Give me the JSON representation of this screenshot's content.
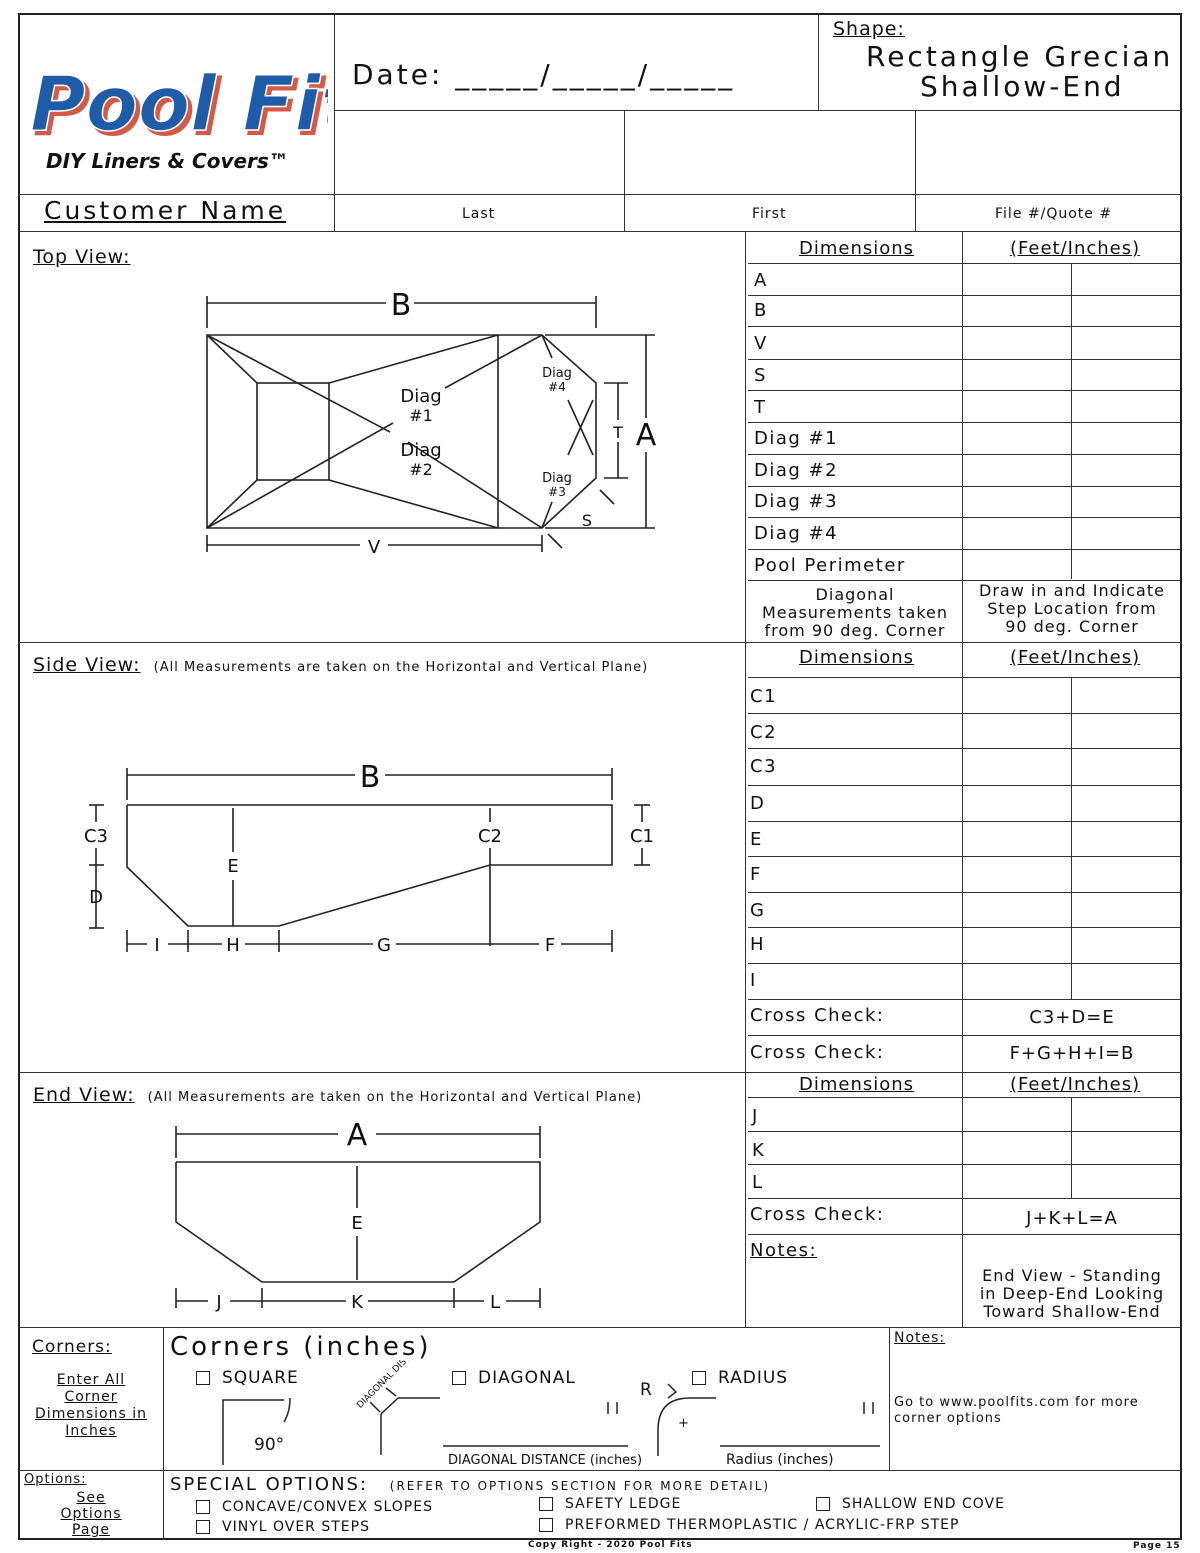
{
  "header": {
    "logo_main": "Pool Fits",
    "logo_sub": "DIY Liners & Covers™",
    "date_label": "Date: _____/_____/_____",
    "shape_label": "Shape:",
    "shape_line1": "Rectangle Grecian",
    "shape_line2": "Shallow-End",
    "customer_label": "Customer Name",
    "col_last": "Last",
    "col_first": "First",
    "col_file": "File #/Quote #"
  },
  "top_view": {
    "title": "Top View:",
    "labels": {
      "b": "B",
      "a": "A",
      "v": "V",
      "s": "S",
      "t": "T",
      "diag1a": "Diag",
      "diag1b": "#1",
      "diag2a": "Diag",
      "diag2b": "#2",
      "diag3a": "Diag",
      "diag3b": "#3",
      "diag4a": "Diag",
      "diag4b": "#4"
    },
    "dims_header": "Dimensions",
    "units_header": "(Feet/Inches)",
    "rows": [
      "A",
      "B",
      "V",
      "S",
      "T",
      "Diag #1",
      "Diag #2",
      "Diag #3",
      "Diag #4",
      "Pool Perimeter"
    ],
    "note_left": [
      "Diagonal",
      "Measurements taken",
      "from 90 deg. Corner"
    ],
    "note_right": [
      "Draw in and Indicate",
      "Step Location from",
      "90 deg. Corner"
    ]
  },
  "side_view": {
    "title": "Side View:",
    "subtitle": "(All Measurements are taken on the Horizontal and Vertical Plane)",
    "labels": {
      "b": "B",
      "c1": "C1",
      "c2": "C2",
      "c3": "C3",
      "d": "D",
      "e": "E",
      "f": "F",
      "g": "G",
      "h": "H",
      "i": "I"
    },
    "dims_header": "Dimensions",
    "units_header": "(Feet/Inches)",
    "rows": [
      "C1",
      "C2",
      "C3",
      "D",
      "E",
      "F",
      "G",
      "H",
      "I"
    ],
    "check1_label": "Cross Check:",
    "check1_value": "C3+D=E",
    "check2_label": "Cross Check:",
    "check2_value": "F+G+H+I=B"
  },
  "end_view": {
    "title": "End View:",
    "subtitle": "(All Measurements are taken on the Horizontal and Vertical Plane)",
    "labels": {
      "a": "A",
      "e": "E",
      "j": "J",
      "k": "K",
      "l": "L"
    },
    "dims_header": "Dimensions",
    "units_header": "(Feet/Inches)",
    "rows": [
      "J",
      "K",
      "L"
    ],
    "check_label": "Cross Check:",
    "check_value": "J+K+L=A",
    "notes_label": "Notes:",
    "note": [
      "End View - Standing",
      "in Deep-End Looking",
      "Toward Shallow-End"
    ]
  },
  "corners": {
    "side_title": "Corners:",
    "side_note": [
      "Enter All",
      "Corner",
      "Dimensions in",
      "Inches"
    ],
    "title": "Corners (inches)",
    "opt_square": "SQUARE",
    "opt_diagonal": "DIAGONAL",
    "opt_radius": "RADIUS",
    "deg_label": "90°",
    "diag_tag": "DIAGONAL DISTANCE",
    "r_label": "R",
    "plus": "+",
    "eq": "=",
    "diag_caption": "DIAGONAL DISTANCE (inches)",
    "radius_caption": "Radius (inches)",
    "notes_label": "Notes:",
    "notes_text": [
      "Go to www.poolfits.com for more",
      "corner options"
    ]
  },
  "options": {
    "side_title": "Options:",
    "side_note": [
      "See",
      "Options",
      "Page"
    ],
    "title": "SPECIAL OPTIONS:",
    "subtitle": "(REFER TO OPTIONS SECTION FOR MORE DETAIL)",
    "items": [
      "CONCAVE/CONVEX SLOPES",
      "VINYL OVER STEPS",
      "SAFETY LEDGE",
      "PREFORMED THERMOPLASTIC / ACRYLIC-FRP STEP",
      "SHALLOW END COVE"
    ]
  },
  "footer": {
    "copyright": "Copy Right - 2020 Pool Fits",
    "page": "Page 15"
  }
}
